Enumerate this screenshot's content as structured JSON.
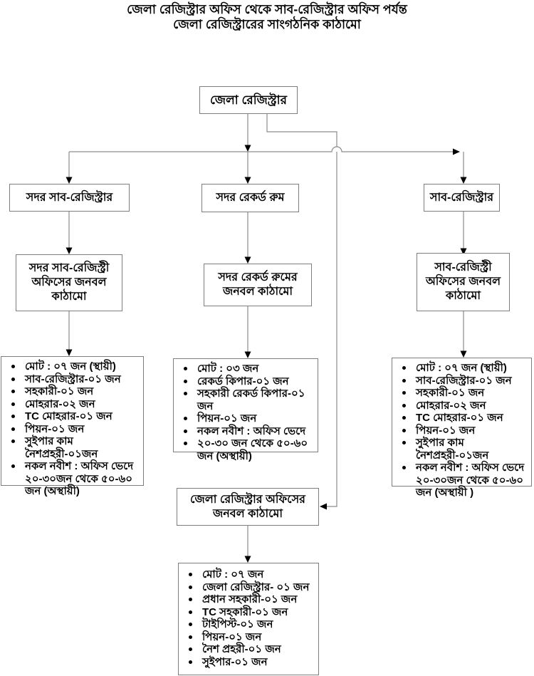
{
  "title": {
    "line1": "জেলা রেজিস্ট্রার অফিস থেকে সাব-রেজিস্ট্রার অফিস পর্যন্ত",
    "line2": "জেলা রেজিস্ট্রারের সাংগঠনিক কাঠামো"
  },
  "nodes": {
    "district_registrar": {
      "label": "জেলা রেজিস্ট্রার"
    },
    "sadar_sub_registrar": {
      "label": "সদর সাব-রেজিস্ট্রার"
    },
    "sadar_record_room": {
      "label": "সদর রেকর্ড রুম"
    },
    "sub_registrar": {
      "label": "সাব-রেজিস্ট্রার"
    },
    "sadar_sub_registry_staff": {
      "label": "সদর সাব-রেজিস্ট্রী অফিসের জনবল কাঠামো"
    },
    "sadar_record_room_staff": {
      "label": "সদর রেকর্ড রুমের জনবল কাঠামো"
    },
    "sub_registry_staff": {
      "label": "সাব-রেজিস্ট্রী অফিসের জনবল কাঠামো"
    },
    "dr_office_staff": {
      "label": "জেলা রেজিস্ট্রার অফিসের জনবল কাঠামো"
    }
  },
  "lists": {
    "sadar_sub_registry": {
      "items": [
        "মোট : ০৭ জন (স্থায়ী)",
        "সাব-রেজিস্ট্রার-০১ জন",
        "সহকারী-০১ জন",
        "মোহরার-০২ জন",
        "TC মোহরার-০১ জন",
        "পিয়ন-০১ জন",
        "সুইপার কাম নৈশপ্রহরী-০১জন",
        "নকল নবীশ : অফিস ভেদে ২০-৩০জন থেকে ৫০-৬০ জন (অস্থায়ী)"
      ]
    },
    "sadar_record_room": {
      "items": [
        "মোট : ০৩ জন",
        "রেকর্ড কিপার-০১ জন",
        "সহকারী রেকর্ড কিপার-০১ জন",
        "পিয়ন-০১ জন",
        "নকল নবীশ : অফিস ভেদে",
        "২০-৩০ জন থেকে ৫০-৬০ জন (অস্থায়ী)"
      ]
    },
    "sub_registry": {
      "items": [
        "মোট : ০৭ জন (স্থায়ী)",
        "সাব-রেজিস্ট্রার-০১ জন",
        "সহকারী-০১ জন",
        "মোহরার-০২ জন",
        "TC মোহরার-০১ জন",
        "পিয়ন-০১ জন",
        "সুইপার কাম নৈশপ্রহরী-০১জন",
        "নকল নবীশ : অফিস ভেদে ২০-৩০জন থেকে ৫০-৬০ জন (অস্থায়ী )"
      ]
    },
    "dr_office": {
      "items": [
        "মোট : ০৭ জন",
        "জেলা রেজিস্ট্রার- ০১ জন",
        "প্রধান সহকারী-০১ জন",
        "TC সহকারী-০১ জন",
        "টাইপিস্ট-০১ জন",
        "পিয়ন-০১ জন",
        "নৈশ প্রহরী-০১ জন",
        "সুইপার-০১ জন"
      ]
    }
  },
  "colors": {
    "line": "#8c8c8c",
    "border": "#7d7d7d",
    "arrow": "#000000",
    "text": "#000000",
    "background": "#ffffff"
  }
}
